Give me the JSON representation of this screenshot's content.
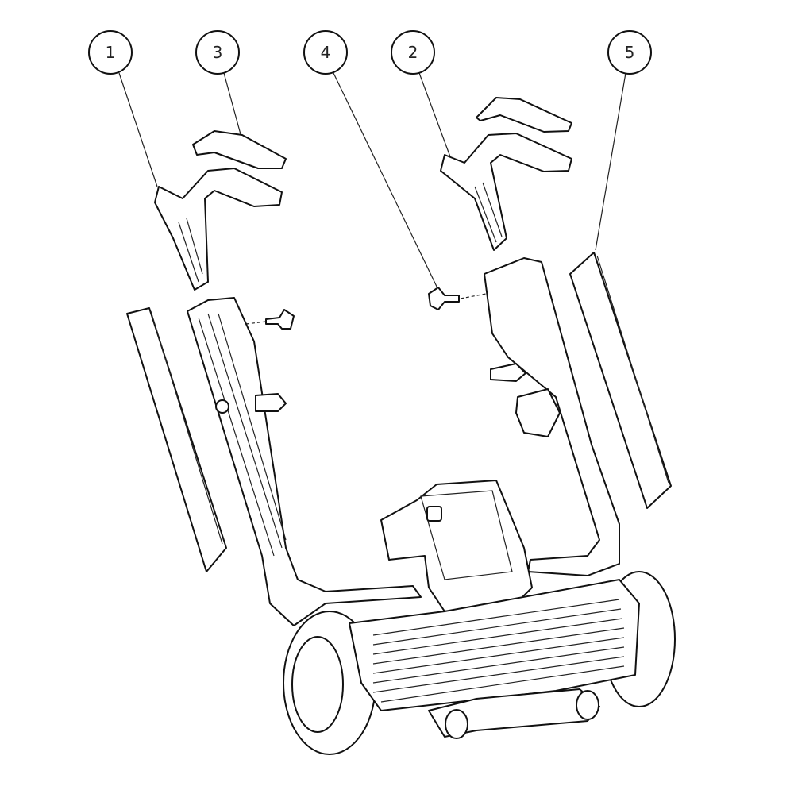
{
  "diagram": {
    "type": "exploded-parts-diagram",
    "callouts": [
      {
        "id": "1",
        "label": "1"
      },
      {
        "id": "3",
        "label": "3"
      },
      {
        "id": "4",
        "label": "4"
      },
      {
        "id": "2",
        "label": "2"
      },
      {
        "id": "5",
        "label": "5"
      }
    ],
    "colors": {
      "line": "#111111",
      "background": "#ffffff"
    }
  }
}
